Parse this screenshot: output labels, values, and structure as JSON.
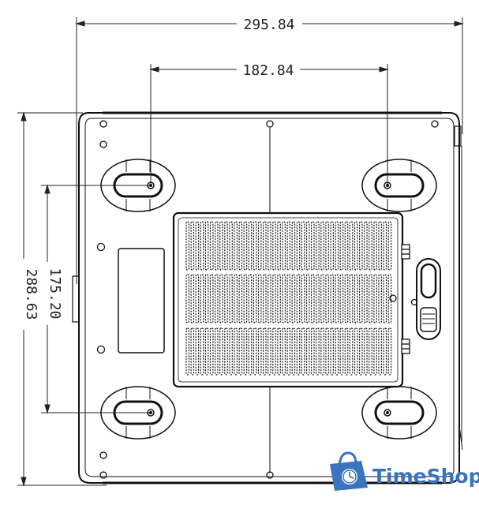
{
  "dimensions": {
    "overall_width": "295.84",
    "foot_spacing_x": "182.84",
    "foot_spacing_y": "175.20",
    "overall_depth": "288.63"
  },
  "logo": {
    "brand": "TimeShop",
    "icon": "shopping-bag-clock-icon",
    "color": "#3a73bf"
  },
  "colors": {
    "line": "#111111",
    "dimension_line": "#222222"
  }
}
